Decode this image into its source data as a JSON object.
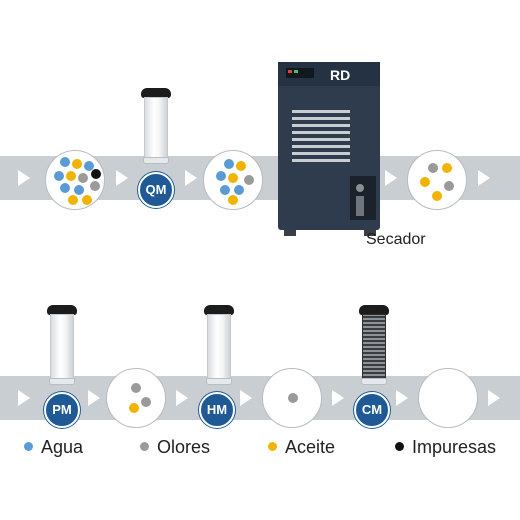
{
  "colors": {
    "water": "#5b9bd5",
    "odors": "#9a9a9a",
    "oil": "#f0b400",
    "impurities": "#111111",
    "badge": "#1f5a96",
    "pipe": "#c9ced3"
  },
  "dryer": {
    "label": "Secador",
    "brand": "RD"
  },
  "filters": {
    "qm": "QM",
    "pm": "PM",
    "hm": "HM",
    "cm": "CM"
  },
  "legend": {
    "water": "Agua",
    "odors": "Olores",
    "oil": "Aceite",
    "impurities": "Impuresas"
  }
}
